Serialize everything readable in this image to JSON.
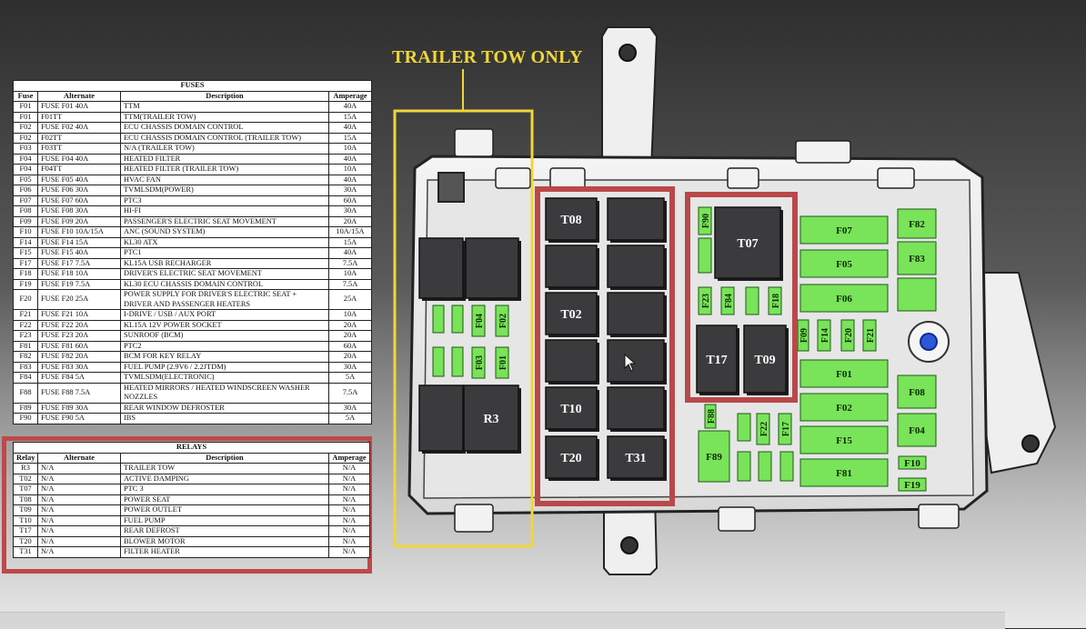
{
  "labels": {
    "trailer_tow_only": "TRAILER TOW ONLY"
  },
  "fuses": {
    "title": "FUSES",
    "headers": [
      "Fuse",
      "Alternate",
      "Description",
      "Amperage"
    ],
    "rows": [
      [
        "F01",
        "FUSE F01 40A",
        "TTM",
        "40A"
      ],
      [
        "F01",
        "F01TT",
        "TTM(TRAILER TOW)",
        "15A"
      ],
      [
        "F02",
        "FUSE F02 40A",
        "ECU CHASSIS DOMAIN CONTROL",
        "40A"
      ],
      [
        "F02",
        "F02TT",
        "ECU CHASSIS DOMAIN CONTROL (TRAILER TOW)",
        "15A"
      ],
      [
        "F03",
        "F03TT",
        "N/A (TRAILER TOW)",
        "10A"
      ],
      [
        "F04",
        "FUSE F04 40A",
        "HEATED FILTER",
        "40A"
      ],
      [
        "F04",
        "F04TT",
        "HEATED FILTER (TRAILER TOW)",
        "10A"
      ],
      [
        "F05",
        "FUSE F05 40A",
        "HVAC FAN",
        "40A"
      ],
      [
        "F06",
        "FUSE F06 30A",
        "TVMLSDM(POWER)",
        "30A"
      ],
      [
        "F07",
        "FUSE F07 60A",
        "PTC3",
        "60A"
      ],
      [
        "F08",
        "FUSE F08 30A",
        "HI-FI",
        "30A"
      ],
      [
        "F09",
        "FUSE F09 20A",
        "PASSENGER'S ELECTRIC SEAT MOVEMENT",
        "20A"
      ],
      [
        "F10",
        "FUSE F10 10A/15A",
        "ANC (SOUND SYSTEM)",
        "10A/15A"
      ],
      [
        "F14",
        "FUSE F14 15A",
        "KL30 ATX",
        "15A"
      ],
      [
        "F15",
        "FUSE F15 40A",
        "PTC1",
        "40A"
      ],
      [
        "F17",
        "FUSE F17 7.5A",
        "KL15A USB RECHARGER",
        "7.5A"
      ],
      [
        "F18",
        "FUSE F18 10A",
        "DRIVER'S ELECTRIC SEAT MOVEMENT",
        "10A"
      ],
      [
        "F19",
        "FUSE F19 7.5A",
        "KL30 ECU CHASSIS DOMAIN CONTROL",
        "7.5A"
      ],
      [
        "F20",
        "FUSE F20 25A",
        "POWER SUPPLY FOR DRIVER'S ELECTRIC SEAT + DRIVER AND PASSENGER HEATERS",
        "25A"
      ],
      [
        "F21",
        "FUSE F21 10A",
        "I-DRIVE / USB / AUX PORT",
        "10A"
      ],
      [
        "F22",
        "FUSE F22 20A",
        "KL15A 12V POWER SOCKET",
        "20A"
      ],
      [
        "F23",
        "FUSE F23 20A",
        "SUNROOF (BCM)",
        "20A"
      ],
      [
        "F81",
        "FUSE F81 60A",
        "PTC2",
        "60A"
      ],
      [
        "F82",
        "FUSE F82 20A",
        "BCM FOR KEY RELAY",
        "20A"
      ],
      [
        "F83",
        "FUSE F83 30A",
        "FUEL PUMP (2.9V6 / 2.2JTDM)",
        "30A"
      ],
      [
        "F84",
        "FUSE F84 5A",
        "TVMLSDM(ELECTRONIC)",
        "5A"
      ],
      [
        "F88",
        "FUSE F88 7.5A",
        "HEATED MIRRORS / HEATED WINDSCREEN WASHER NOZZLES",
        "7.5A"
      ],
      [
        "F89",
        "FUSE F89 30A",
        "REAR WINDOW DEFROSTER",
        "30A"
      ],
      [
        "F90",
        "FUSE F90 5A",
        "IBS",
        "5A"
      ]
    ]
  },
  "relays": {
    "title": "RELAYS",
    "headers": [
      "Relay",
      "Alternate",
      "Description",
      "Amperage"
    ],
    "rows": [
      [
        "R3",
        "N/A",
        "TRAILER TOW",
        "N/A"
      ],
      [
        "T02",
        "N/A",
        "ACTIVE DAMPING",
        "N/A"
      ],
      [
        "T07",
        "N/A",
        "PTC 3",
        "N/A"
      ],
      [
        "T08",
        "N/A",
        "POWER SEAT",
        "N/A"
      ],
      [
        "T09",
        "N/A",
        "POWER OUTLET",
        "N/A"
      ],
      [
        "T10",
        "N/A",
        "FUEL PUMP",
        "N/A"
      ],
      [
        "T17",
        "N/A",
        "REAR DEFROST",
        "N/A"
      ],
      [
        "T20",
        "N/A",
        "BLOWER MOTOR",
        "N/A"
      ],
      [
        "T31",
        "N/A",
        "FILTER HEATER",
        "N/A"
      ]
    ]
  },
  "diagram": {
    "relay_labels": {
      "T08": "T08",
      "T02": "T02",
      "T10": "T10",
      "T20": "T20",
      "T31": "T31",
      "T07": "T07",
      "T17": "T17",
      "T09": "T09",
      "R3": "R3"
    },
    "fuse_labels": {
      "F07": "F07",
      "F05": "F05",
      "F06": "F06",
      "F01": "F01",
      "F02": "F02",
      "F15": "F15",
      "F81": "F81",
      "F82": "F82",
      "F83": "F83",
      "F08": "F08",
      "F04": "F04",
      "F10": "F10",
      "F19": "F19",
      "F89": "F89",
      "F90": "F90",
      "F84": "F84",
      "F23": "F23",
      "F18": "F18",
      "F09": "F09",
      "F14": "F14",
      "F20": "F20",
      "F21": "F21",
      "F88": "F88",
      "F22": "F22",
      "F17": "F17",
      "F04L": "F04",
      "F02L": "F02",
      "F03L": "F03",
      "F01L": "F01"
    },
    "colors": {
      "fuse_green": "#79e35a",
      "relay_dark": "#3b3b3d",
      "highlight_red": "#b9484a",
      "highlight_yellow": "#f0d638"
    }
  }
}
